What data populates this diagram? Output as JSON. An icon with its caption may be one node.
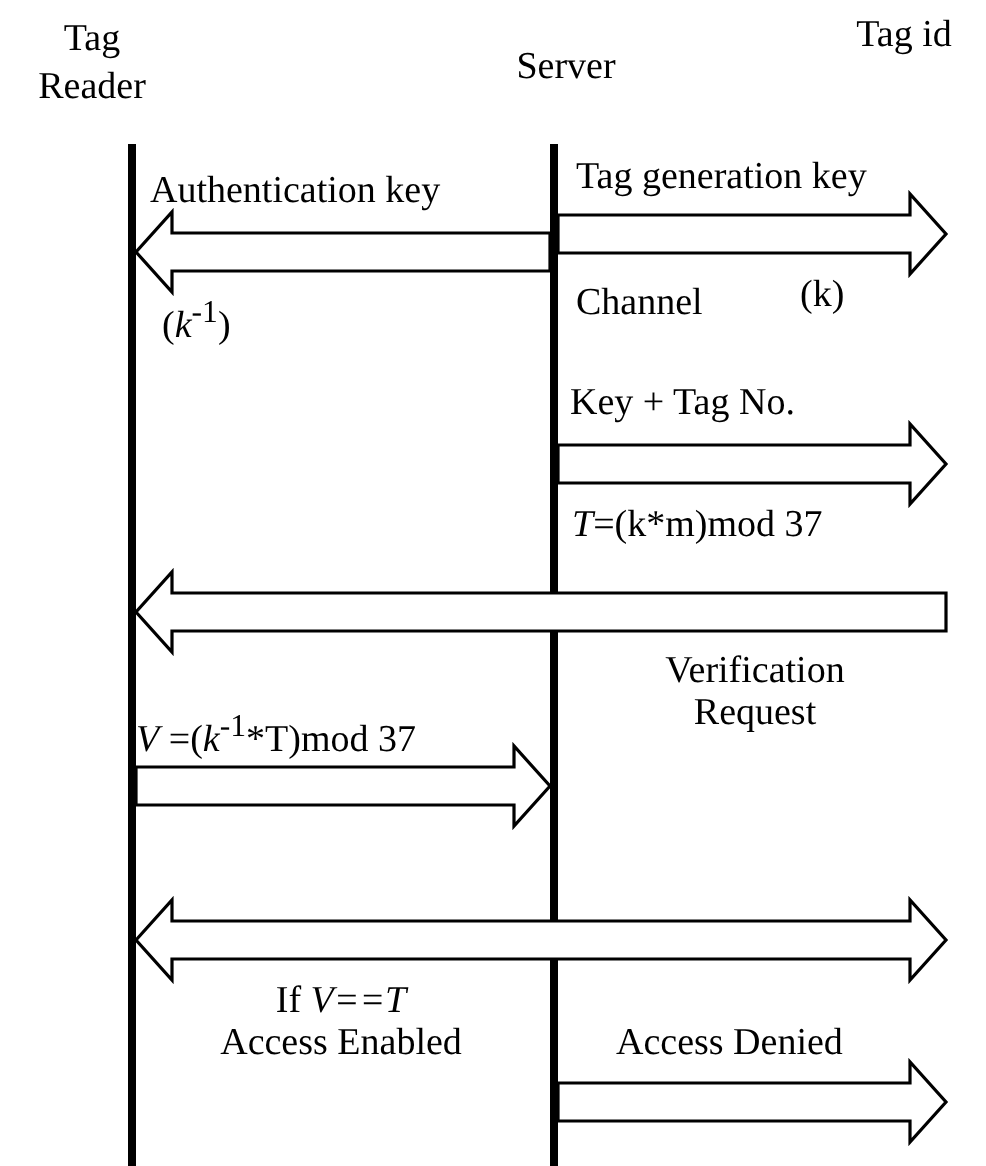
{
  "diagram": {
    "nodes": [
      {
        "text": [
          "Tag Reader"
        ]
      },
      {
        "text": [
          "Server"
        ]
      },
      {
        "text": [
          "Tag id"
        ]
      },
      {
        "text": [],
        "shape": "bar"
      },
      {
        "text": [],
        "shape": "bar"
      }
    ],
    "edges": [
      {
        "from": 4,
        "to": 3,
        "arrow": "to",
        "label": "Authentication key"
      },
      {
        "from": 4,
        "to": null,
        "arrow": "to",
        "label": "Tag generation key"
      },
      {
        "from": 4,
        "to": null,
        "arrow": "to",
        "label": "Key + Tag No."
      },
      {
        "from": null,
        "to": 3,
        "arrow": "to",
        "label": "Verification Request"
      },
      {
        "from": 3,
        "to": 4,
        "arrow": "to",
        "label": "*V* =(*k*$^{-1}$*T)mod 37"
      },
      {
        "from": 3,
        "to": null,
        "arrow": "both",
        "label": "If *V==T* Access Enabled"
      },
      {
        "from": 4,
        "to": null,
        "arrow": "to",
        "label": "Access Denied"
      }
    ],
    "labels": [
      "(*k*$^{-1}$)",
      "Channel",
      "(k)",
      "*T*=(k*m)mod 37"
    ]
  }
}
